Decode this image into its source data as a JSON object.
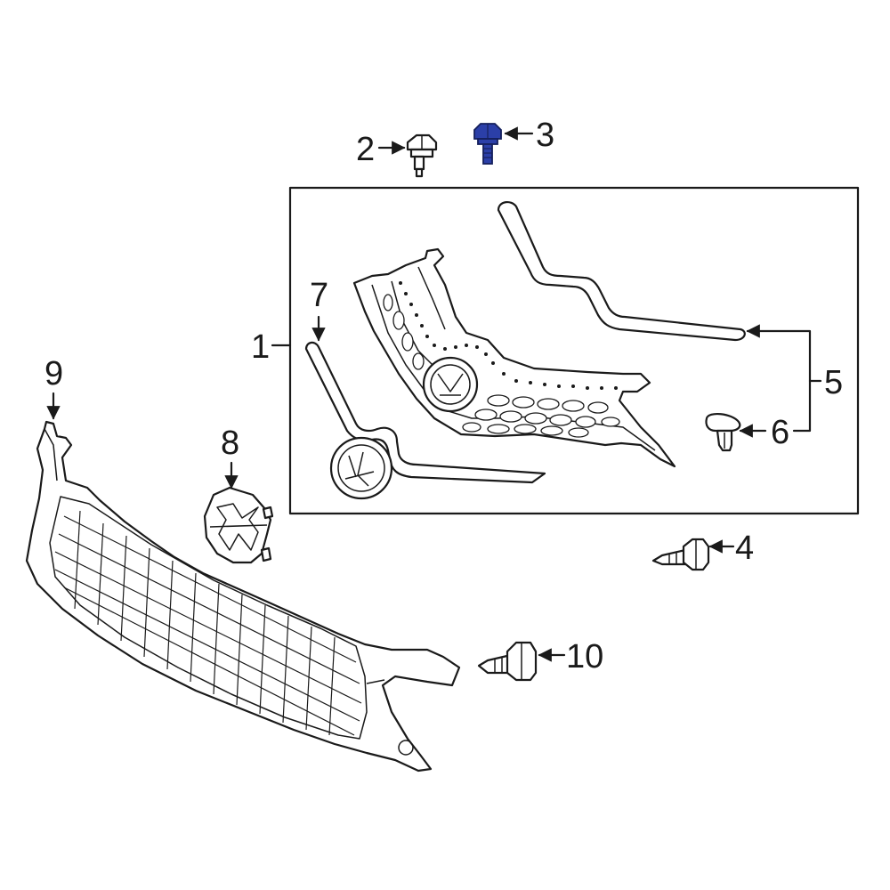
{
  "colors": {
    "line": "#1a1a1a",
    "highlight": "#2b3fa8",
    "background": "#ffffff"
  },
  "callouts": {
    "c1": "1",
    "c2": "2",
    "c3": "3",
    "c4": "4",
    "c5": "5",
    "c6": "6",
    "c7": "7",
    "c8": "8",
    "c9": "9",
    "c10": "10"
  }
}
